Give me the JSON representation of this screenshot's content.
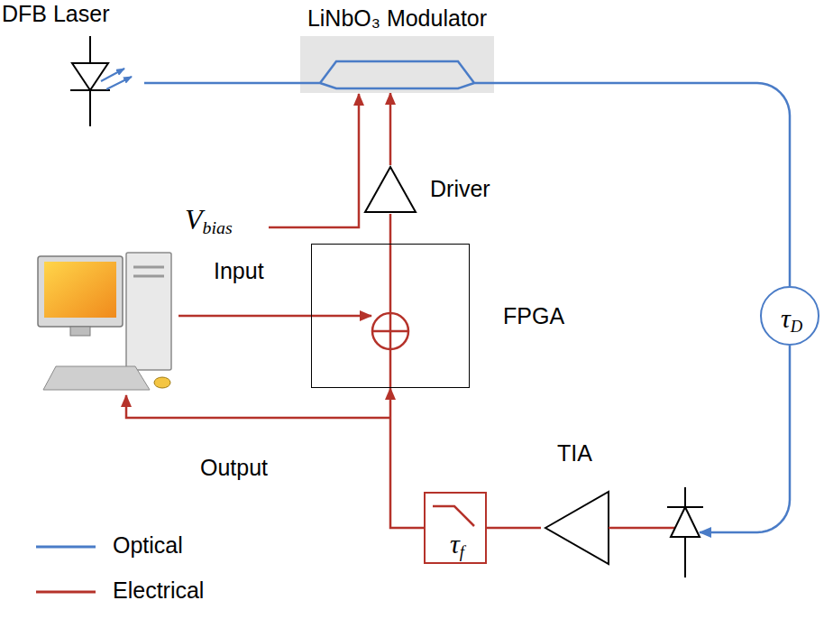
{
  "diagram": {
    "nodes": [
      {
        "text": [
          "DFB Laser"
        ]
      },
      {
        "text": [
          "LiNbO₃ Modulator"
        ]
      },
      {
        "text": [
          "Driver"
        ]
      },
      {
        "text": [
          "FPGA"
        ]
      },
      {
        "text": [
          "τD"
        ]
      },
      {
        "text": [
          "TIA"
        ]
      },
      {
        "text": [
          "τf"
        ]
      }
    ],
    "edges": [
      {
        "from": 0,
        "to": 1,
        "arrow": "none"
      },
      {
        "from": 2,
        "to": 1,
        "arrow": "to"
      },
      {
        "from": 3,
        "to": 2,
        "arrow": "none"
      },
      {
        "from": 6,
        "to": 3,
        "arrow": "to"
      },
      {
        "from": 1,
        "to": 4,
        "arrow": "none"
      },
      {
        "from": 4,
        "to": 5,
        "arrow": "to"
      },
      {
        "from": 5,
        "to": 6,
        "arrow": "none"
      }
    ],
    "labels": [
      "Vbias",
      "Input",
      "Output"
    ],
    "legend": [
      {
        "text": "Optical"
      },
      {
        "text": "Electrical"
      }
    ]
  }
}
